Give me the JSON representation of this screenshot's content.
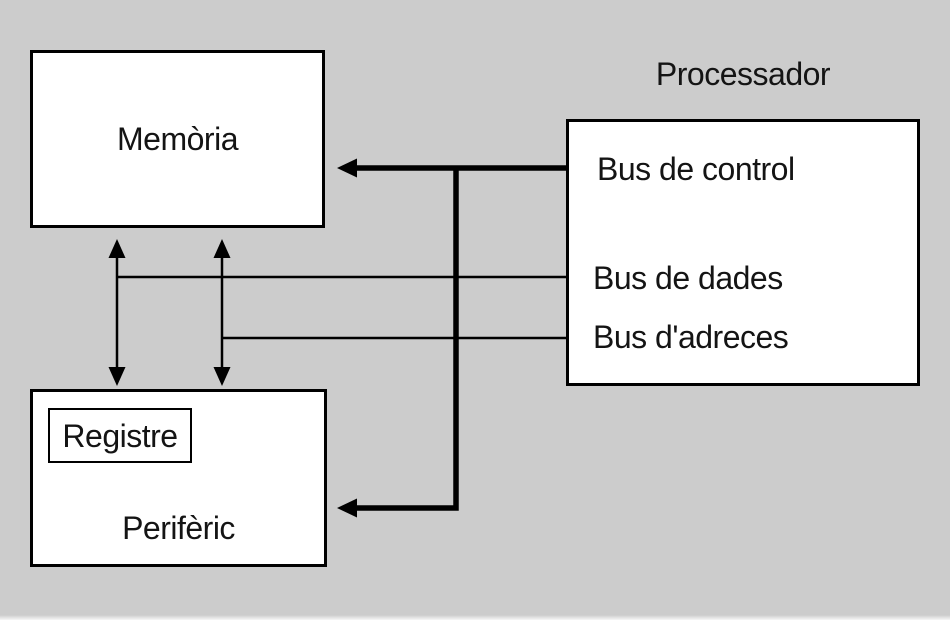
{
  "colors": {
    "background": "#cccccc",
    "box_fill": "#ffffff",
    "stroke": "#000000"
  },
  "boxes": {
    "memoria": {
      "label": "Memòria"
    },
    "periferic": {
      "label": "Perifèric"
    },
    "registre": {
      "label": "Registre"
    },
    "processador": {
      "title": "Processador"
    }
  },
  "buses": {
    "control": {
      "label": "Bus de control"
    },
    "dades": {
      "label": "Bus de dades"
    },
    "adreces": {
      "label": "Bus d'adreces"
    }
  }
}
